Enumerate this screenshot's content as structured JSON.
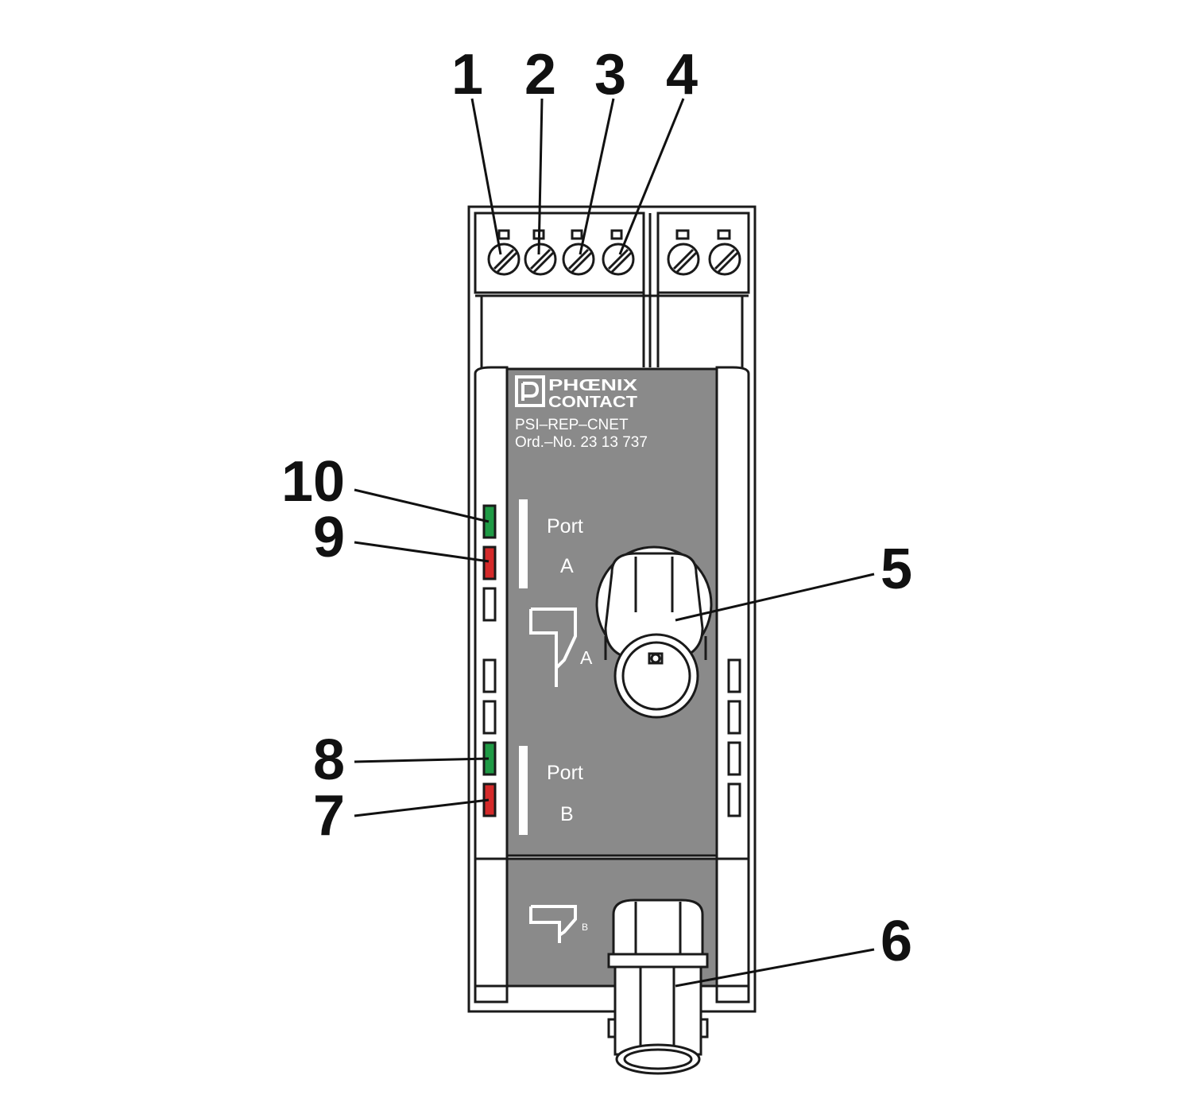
{
  "device": {
    "brand_line1": "PHŒNIX",
    "brand_line2": "CONTACT",
    "model": "PSI–REP–CNET",
    "order_no": "Ord.–No.  23  13  737",
    "port_a_label": "Port",
    "port_a_letter": "A",
    "port_b_label": "Port",
    "port_b_letter": "B",
    "symbol_a_letter": "A",
    "symbol_b_letter": "B"
  },
  "callouts": {
    "c1": "1",
    "c2": "2",
    "c3": "3",
    "c4": "4",
    "c5": "5",
    "c6": "6",
    "c7": "7",
    "c8": "8",
    "c9": "9",
    "c10": "10"
  },
  "colors": {
    "panel_gray": "#8a8a8a",
    "outline": "#1a1a1a",
    "led_green": "#1f9a45",
    "led_red": "#d42a2a"
  }
}
